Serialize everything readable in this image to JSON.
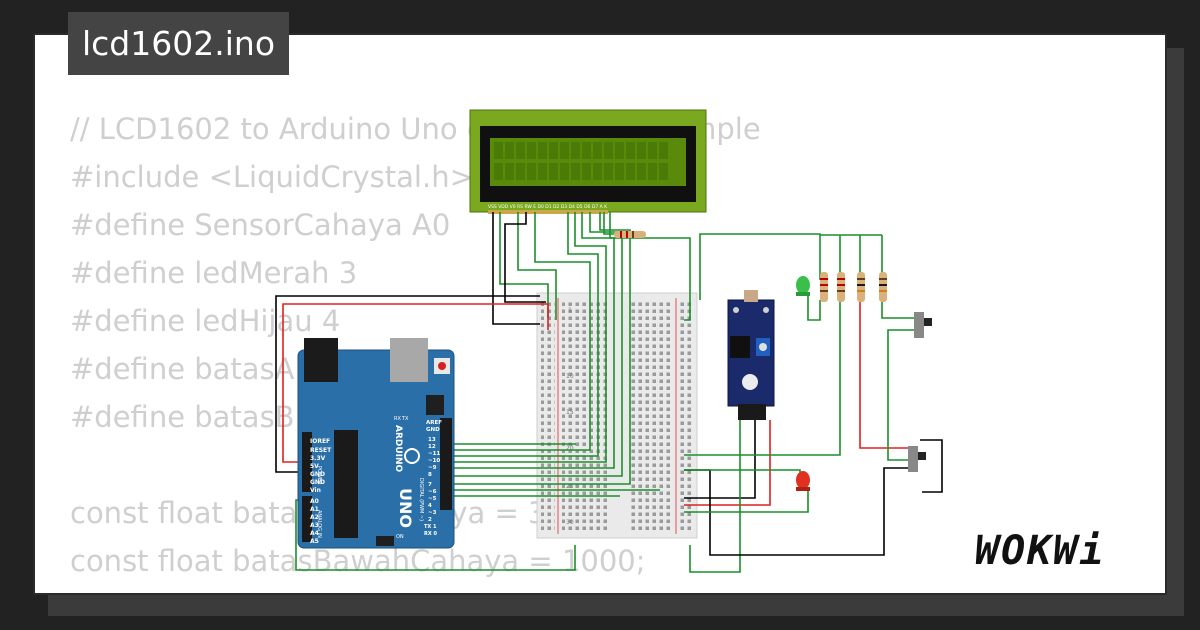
{
  "page": {
    "title": "lcd1602.ino"
  },
  "code_lines": [
    "// LCD1602 to Arduino Uno connection example",
    "#include <LiquidCrystal.h>",
    "#define SensorCahaya A0",
    "#define ledMerah 3",
    "#define ledHijau 4",
    "#define batasA",
    "#define batasB",
    "",
    "const float batasAtasCahaya = 3000;",
    "const float batasBawahCahaya = 1000;"
  ],
  "arduino": {
    "brand": "ARDUINO",
    "model": "UNO",
    "power_pins": [
      "IOREF",
      "RESET",
      "3.3V",
      "5V",
      "GND",
      "GND",
      "Vin"
    ],
    "analog_pins": [
      "A0",
      "A1",
      "A2",
      "A3",
      "A4",
      "A5"
    ],
    "digital_pins": [
      "AREF",
      "GND",
      "13",
      "12",
      "~11",
      "~10",
      "~9",
      "8",
      "7",
      "~6",
      "~5",
      "4",
      "~3",
      "2",
      "TX 1",
      "RX 0"
    ],
    "label_power": "POWER",
    "label_analog": "ANALOG IN",
    "label_digital": "DIGITAL (PWM ~)",
    "label_tx": "TX",
    "label_rx": "RX",
    "label_on": "ON"
  },
  "lcd": {
    "pin_labels": "VSS VDD V0 RS RW E D0 D1 D2 D3 D4 D5 D6 D7 A K"
  },
  "breadboard": {
    "row_numbers": [
      "1",
      "5",
      "10",
      "15",
      "20",
      "25",
      "30"
    ]
  },
  "logo": {
    "text": "WOKWi"
  },
  "colors": {
    "background": "#222222",
    "sheet": "#ffffff",
    "board": "#2b6fa8",
    "lcd_green": "#7aa81e",
    "wire_green": "#1a8f2a",
    "wire_red": "#e02020",
    "wire_black": "#000000"
  }
}
